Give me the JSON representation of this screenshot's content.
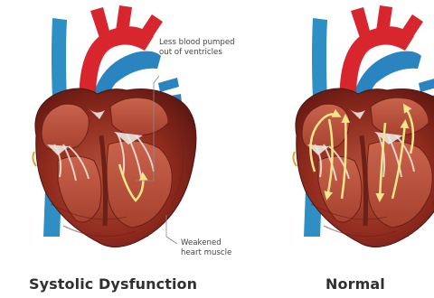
{
  "panels": [
    {
      "title": "Systolic Dysfunction"
    },
    {
      "title": "Normal"
    }
  ],
  "annotations": {
    "pumped": "Less blood pumped\nout of ventricles",
    "muscle": "Weakened\nheart muscle"
  },
  "colors": {
    "aorta": "#d7262d",
    "vena_cava": "#2e8fc4",
    "pulmonary_artery": "#2a84c0",
    "myocardium": "#8f2a1e",
    "myocardium_dark": "#6e1f16",
    "myocardium_light": "#b94a35",
    "chamber_wall": "#c25a44",
    "valve": "#ece7df",
    "flow_arrow": "#f2e58a",
    "leader_line": "#8a8a8a"
  }
}
